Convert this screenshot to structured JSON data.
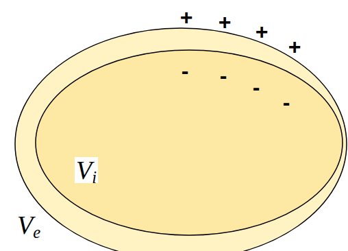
{
  "diagram": {
    "labels": [
      "+",
      "+",
      "+",
      "+",
      "-",
      "-",
      "-",
      "-",
      "Vi",
      "Ve"
    ]
  }
}
